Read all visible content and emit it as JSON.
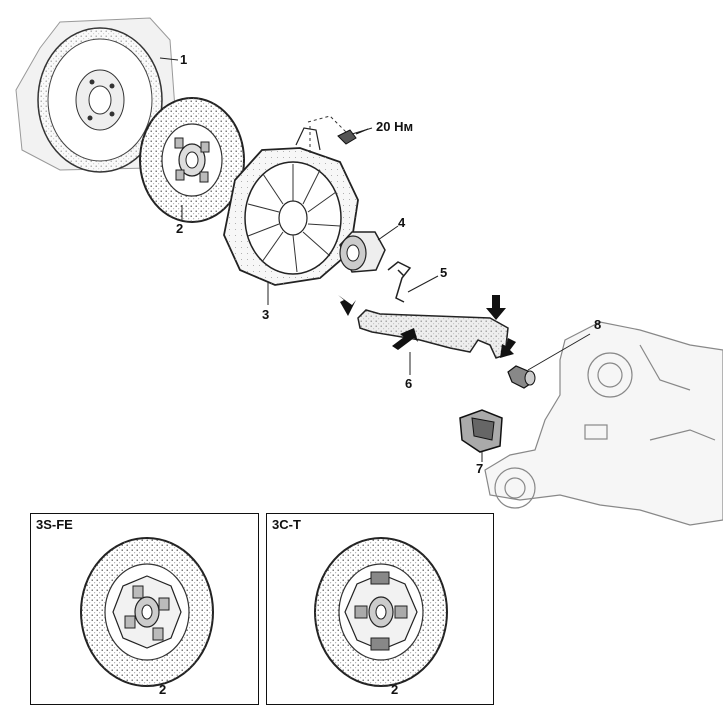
{
  "labels": {
    "flywheel": "1",
    "disc": "2",
    "cover": "3",
    "bearing": "4",
    "clip": "5",
    "fork": "6",
    "boot": "7",
    "pivot": "8",
    "torque": "20 Нм"
  },
  "panels": [
    {
      "title": "3S-FE",
      "part": "2"
    },
    {
      "title": "3C-T",
      "part": "2"
    }
  ]
}
